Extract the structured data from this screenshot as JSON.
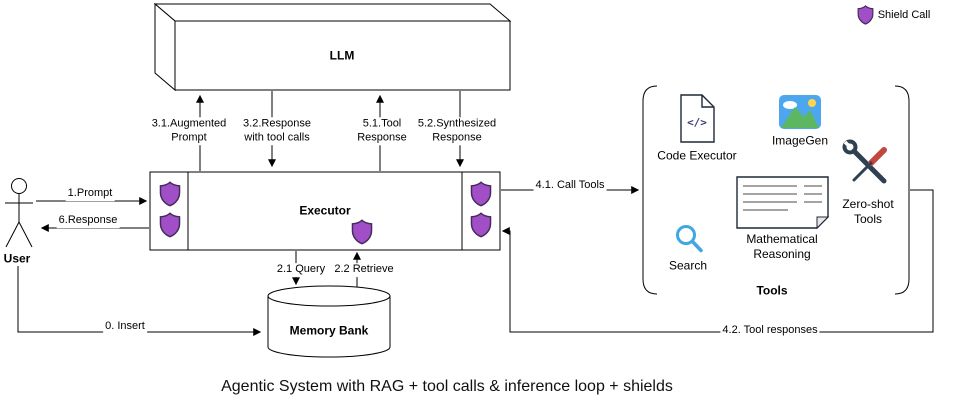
{
  "title": "Agentic System with RAG + tool calls & inference loop + shields",
  "legend": {
    "shield_call": "Shield Call"
  },
  "nodes": {
    "llm": "LLM",
    "executor": "Executor",
    "user": "User",
    "memory_bank": "Memory Bank",
    "tools_group": "Tools"
  },
  "tools": {
    "code_executor": "Code Executor",
    "code_glyph": "</>",
    "imagegen": "ImageGen",
    "search": "Search",
    "math_reasoning": "Mathematical\nReasoning",
    "zero_shot": "Zero-shot\nTools"
  },
  "edges": {
    "insert": "0. Insert",
    "prompt": "1.Prompt",
    "query": "2.1 Query",
    "retrieve": "2.2 Retrieve",
    "augmented_prompt": "3.1.Augmented\nPrompt",
    "response_tool_calls": "3.2.Response\nwith tool calls",
    "call_tools": "4.1. Call Tools",
    "tool_responses": "4.2. Tool responses",
    "tool_response": "5.1.Tool\nResponse",
    "synthesized": "5.2.Synthesized\nResponse",
    "user_response": "6.Response"
  },
  "colors": {
    "shield-fill": "#A04FC6",
    "shield-stroke": "#432B5A",
    "search-blue": "#3FA7E1",
    "imagegen-sky": "#4DA7EE",
    "imagegen-hill": "#5DB761",
    "imagegen-sun": "#FFD54F",
    "code-glyph": "#3A3A78",
    "tool-dark": "#2F4050",
    "tool-accent": "#C2473E",
    "line": "#000000"
  }
}
